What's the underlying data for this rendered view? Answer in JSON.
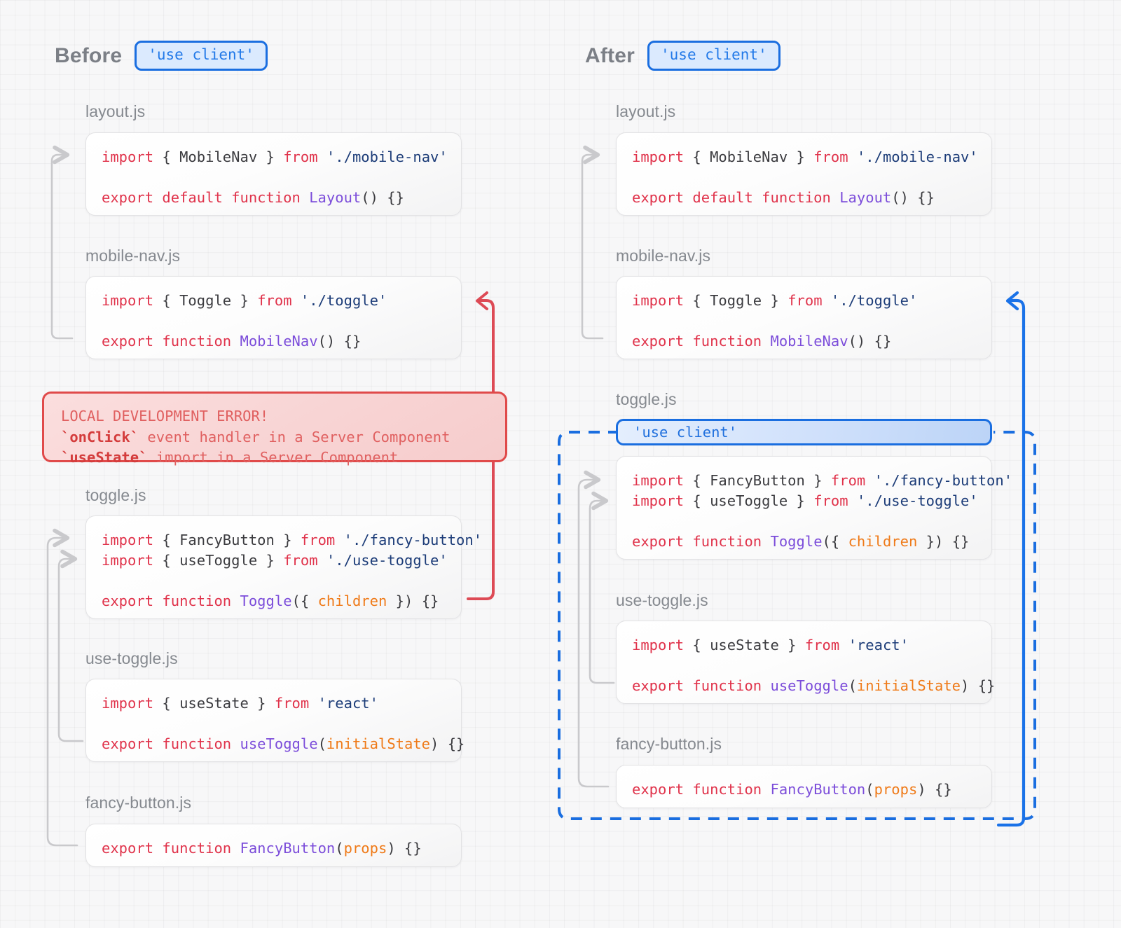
{
  "colors": {
    "accent_blue": "#1a6ee0",
    "error_red": "#e04a4a",
    "connector_gray": "#c9c9cc",
    "keyword_red": "#e0334b",
    "string_navy": "#1c3c78",
    "function_purple": "#7c4dda",
    "param_orange": "#ef7a18",
    "background": "#f7f7f8"
  },
  "before": {
    "title": "Before",
    "badge": "'use client'",
    "files": [
      {
        "name": "layout.js",
        "lines": [
          [
            {
              "t": "import",
              "c": "kw"
            },
            {
              "t": " { ",
              "c": "pn"
            },
            {
              "t": "MobileNav",
              "c": "id"
            },
            {
              "t": " } ",
              "c": "pn"
            },
            {
              "t": "from",
              "c": "kw"
            },
            {
              "t": " ",
              "c": "pn"
            },
            {
              "t": "'./mobile-nav'",
              "c": "str"
            }
          ],
          [],
          [
            {
              "t": "export default function",
              "c": "kw"
            },
            {
              "t": " ",
              "c": "pn"
            },
            {
              "t": "Layout",
              "c": "fn"
            },
            {
              "t": "() {}",
              "c": "pn"
            }
          ]
        ]
      },
      {
        "name": "mobile-nav.js",
        "lines": [
          [
            {
              "t": "import",
              "c": "kw"
            },
            {
              "t": " { ",
              "c": "pn"
            },
            {
              "t": "Toggle",
              "c": "id"
            },
            {
              "t": " } ",
              "c": "pn"
            },
            {
              "t": "from",
              "c": "kw"
            },
            {
              "t": " ",
              "c": "pn"
            },
            {
              "t": "'./toggle'",
              "c": "str"
            }
          ],
          [],
          [
            {
              "t": "export function",
              "c": "kw"
            },
            {
              "t": " ",
              "c": "pn"
            },
            {
              "t": "MobileNav",
              "c": "fn"
            },
            {
              "t": "() {}",
              "c": "pn"
            }
          ]
        ]
      },
      {
        "name": "toggle.js",
        "lines": [
          [
            {
              "t": "import",
              "c": "kw"
            },
            {
              "t": " { ",
              "c": "pn"
            },
            {
              "t": "FancyButton",
              "c": "id"
            },
            {
              "t": " } ",
              "c": "pn"
            },
            {
              "t": "from",
              "c": "kw"
            },
            {
              "t": " ",
              "c": "pn"
            },
            {
              "t": "'./fancy-button'",
              "c": "str"
            }
          ],
          [
            {
              "t": "import",
              "c": "kw"
            },
            {
              "t": " { ",
              "c": "pn"
            },
            {
              "t": "useToggle",
              "c": "id"
            },
            {
              "t": " } ",
              "c": "pn"
            },
            {
              "t": "from",
              "c": "kw"
            },
            {
              "t": " ",
              "c": "pn"
            },
            {
              "t": "'./use-toggle'",
              "c": "str"
            }
          ],
          [],
          [
            {
              "t": "export function",
              "c": "kw"
            },
            {
              "t": " ",
              "c": "pn"
            },
            {
              "t": "Toggle",
              "c": "fn"
            },
            {
              "t": "({ ",
              "c": "pn"
            },
            {
              "t": "children",
              "c": "pr"
            },
            {
              "t": " }) {}",
              "c": "pn"
            }
          ]
        ]
      },
      {
        "name": "use-toggle.js",
        "lines": [
          [
            {
              "t": "import",
              "c": "kw"
            },
            {
              "t": " { ",
              "c": "pn"
            },
            {
              "t": "useState",
              "c": "id"
            },
            {
              "t": " } ",
              "c": "pn"
            },
            {
              "t": "from",
              "c": "kw"
            },
            {
              "t": " ",
              "c": "pn"
            },
            {
              "t": "'react'",
              "c": "str"
            }
          ],
          [],
          [
            {
              "t": "export function",
              "c": "kw"
            },
            {
              "t": " ",
              "c": "pn"
            },
            {
              "t": "useToggle",
              "c": "fn"
            },
            {
              "t": "(",
              "c": "pn"
            },
            {
              "t": "initialState",
              "c": "pr"
            },
            {
              "t": ") {}",
              "c": "pn"
            }
          ]
        ]
      },
      {
        "name": "fancy-button.js",
        "lines": [
          [
            {
              "t": "export function",
              "c": "kw"
            },
            {
              "t": " ",
              "c": "pn"
            },
            {
              "t": "FancyButton",
              "c": "fn"
            },
            {
              "t": "(",
              "c": "pn"
            },
            {
              "t": "props",
              "c": "pr"
            },
            {
              "t": ") {}",
              "c": "pn"
            }
          ]
        ]
      }
    ],
    "error": {
      "heading": "LOCAL DEVELOPMENT ERROR!",
      "line2_code": "`onClick`",
      "line2_rest": " event handler in a Server Component",
      "line3_code": "`useState`",
      "line3_rest": " import in a Server Component"
    }
  },
  "after": {
    "title": "After",
    "badge": "'use client'",
    "use_client_banner": "'use client'",
    "files": [
      {
        "name": "layout.js",
        "lines": [
          [
            {
              "t": "import",
              "c": "kw"
            },
            {
              "t": " { ",
              "c": "pn"
            },
            {
              "t": "MobileNav",
              "c": "id"
            },
            {
              "t": " } ",
              "c": "pn"
            },
            {
              "t": "from",
              "c": "kw"
            },
            {
              "t": " ",
              "c": "pn"
            },
            {
              "t": "'./mobile-nav'",
              "c": "str"
            }
          ],
          [],
          [
            {
              "t": "export default function",
              "c": "kw"
            },
            {
              "t": " ",
              "c": "pn"
            },
            {
              "t": "Layout",
              "c": "fn"
            },
            {
              "t": "() {}",
              "c": "pn"
            }
          ]
        ]
      },
      {
        "name": "mobile-nav.js",
        "lines": [
          [
            {
              "t": "import",
              "c": "kw"
            },
            {
              "t": " { ",
              "c": "pn"
            },
            {
              "t": "Toggle",
              "c": "id"
            },
            {
              "t": " } ",
              "c": "pn"
            },
            {
              "t": "from",
              "c": "kw"
            },
            {
              "t": " ",
              "c": "pn"
            },
            {
              "t": "'./toggle'",
              "c": "str"
            }
          ],
          [],
          [
            {
              "t": "export function",
              "c": "kw"
            },
            {
              "t": " ",
              "c": "pn"
            },
            {
              "t": "MobileNav",
              "c": "fn"
            },
            {
              "t": "() {}",
              "c": "pn"
            }
          ]
        ]
      },
      {
        "name": "toggle.js",
        "lines": [
          [
            {
              "t": "import",
              "c": "kw"
            },
            {
              "t": " { ",
              "c": "pn"
            },
            {
              "t": "FancyButton",
              "c": "id"
            },
            {
              "t": " } ",
              "c": "pn"
            },
            {
              "t": "from",
              "c": "kw"
            },
            {
              "t": " ",
              "c": "pn"
            },
            {
              "t": "'./fancy-button'",
              "c": "str"
            }
          ],
          [
            {
              "t": "import",
              "c": "kw"
            },
            {
              "t": " { ",
              "c": "pn"
            },
            {
              "t": "useToggle",
              "c": "id"
            },
            {
              "t": " } ",
              "c": "pn"
            },
            {
              "t": "from",
              "c": "kw"
            },
            {
              "t": " ",
              "c": "pn"
            },
            {
              "t": "'./use-toggle'",
              "c": "str"
            }
          ],
          [],
          [
            {
              "t": "export function",
              "c": "kw"
            },
            {
              "t": " ",
              "c": "pn"
            },
            {
              "t": "Toggle",
              "c": "fn"
            },
            {
              "t": "({ ",
              "c": "pn"
            },
            {
              "t": "children",
              "c": "pr"
            },
            {
              "t": " }) {}",
              "c": "pn"
            }
          ]
        ]
      },
      {
        "name": "use-toggle.js",
        "lines": [
          [
            {
              "t": "import",
              "c": "kw"
            },
            {
              "t": " { ",
              "c": "pn"
            },
            {
              "t": "useState",
              "c": "id"
            },
            {
              "t": " } ",
              "c": "pn"
            },
            {
              "t": "from",
              "c": "kw"
            },
            {
              "t": " ",
              "c": "pn"
            },
            {
              "t": "'react'",
              "c": "str"
            }
          ],
          [],
          [
            {
              "t": "export function",
              "c": "kw"
            },
            {
              "t": " ",
              "c": "pn"
            },
            {
              "t": "useToggle",
              "c": "fn"
            },
            {
              "t": "(",
              "c": "pn"
            },
            {
              "t": "initialState",
              "c": "pr"
            },
            {
              "t": ") {}",
              "c": "pn"
            }
          ]
        ]
      },
      {
        "name": "fancy-button.js",
        "lines": [
          [
            {
              "t": "export function",
              "c": "kw"
            },
            {
              "t": " ",
              "c": "pn"
            },
            {
              "t": "FancyButton",
              "c": "fn"
            },
            {
              "t": "(",
              "c": "pn"
            },
            {
              "t": "props",
              "c": "pr"
            },
            {
              "t": ") {}",
              "c": "pn"
            }
          ]
        ]
      }
    ]
  }
}
